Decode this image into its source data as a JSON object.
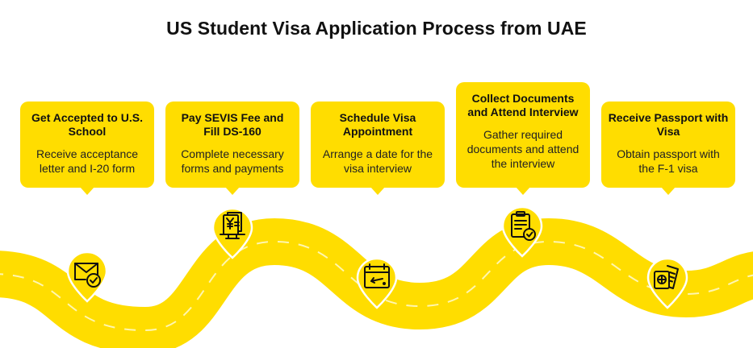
{
  "title": "US Student Visa Application Process from UAE",
  "colors": {
    "accent": "#FFDD00",
    "road_dash": "#FFF6B0",
    "text": "#111111"
  },
  "steps": [
    {
      "title": "Get Accepted to U.S. School",
      "description": "Receive acceptance letter and I-20 form",
      "icon": "envelope-check-icon"
    },
    {
      "title": "Pay SEVIS Fee and Fill DS-160",
      "description": "Complete necessary forms and payments",
      "icon": "form-payment-icon"
    },
    {
      "title": "Schedule Visa Appointment",
      "description": "Arrange a date for the visa interview",
      "icon": "calendar-icon"
    },
    {
      "title": "Collect Documents and Attend Interview",
      "description": "Gather required documents and attend the interview",
      "icon": "clipboard-check-icon"
    },
    {
      "title": "Receive Passport with Visa",
      "description": "Obtain passport with the F-1 visa",
      "icon": "passport-ticket-icon"
    }
  ]
}
